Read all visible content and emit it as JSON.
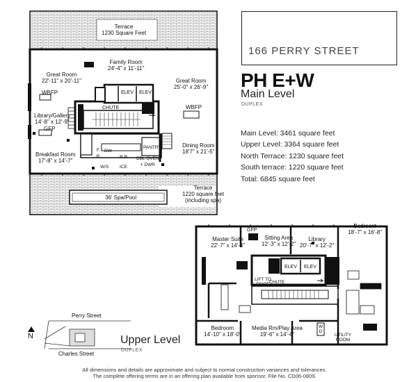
{
  "brand": {
    "logo_text": "166 PERRY STREET"
  },
  "unit": {
    "name": "PH E+W",
    "level": "Main Level",
    "type": "DUPLEX"
  },
  "stats": [
    "Main Level: 3461 square feet",
    "Upper Level: 3364 square feet",
    "North Terrace: 1230 square feet",
    "South terrace: 1220 square feet",
    "Total: 6845 square feet"
  ],
  "main_level": {
    "terrace_north": {
      "name": "Terrace",
      "size": "1230 Square Feet"
    },
    "family_room": {
      "name": "Family Room",
      "size": "24'-4\" x 11'-11\""
    },
    "great_room_west": {
      "name": "Great Room",
      "size": "22'-11\" x 20'-11\""
    },
    "great_room_east": {
      "name": "Great Room",
      "size": "25'-0\" x 26'-9\""
    },
    "wbfp_west": "WBFP",
    "wbfp_east": "WBFP",
    "library": {
      "name": "Library/Gallery",
      "size": "14'-8\" x 12'-9\""
    },
    "gfp": "GFP",
    "breakfast": {
      "name": "Breakfast Room",
      "size": "17'-8\" x 14'-7\""
    },
    "dining": {
      "name": "Dining Room",
      "size": "18'7\" x 21'-5\""
    },
    "elev": "ELEV",
    "chute": "CHUTE",
    "dw": "DW",
    "fr": "F R",
    "rr": "R R",
    "pantry": "PANTRY",
    "ws": "W/S",
    "ice": "ICE",
    "dbl_oven": "DBL OVEN",
    "dwr": "+ DWR",
    "terrace_south": {
      "name": "Terrace",
      "size": "1220 square feet",
      "note": "(including spa)"
    },
    "spa": "36' Spa/Pool"
  },
  "upper_level": {
    "title": "Upper Level",
    "type": "DUPLEX",
    "gfp": "GFP",
    "master_suite": {
      "name": "Master Suite",
      "size": "22'-7\" x 14'-4\""
    },
    "sitting_area": {
      "name": "Sitting Area",
      "size": "12'-3\" x 12'-2\""
    },
    "library": {
      "name": "Library",
      "size": "20'-7\" x 12'-2\""
    },
    "bedroom_east": {
      "name": "Bedroom",
      "size": "18'-7\" x 16'-8\""
    },
    "elev": "ELEV",
    "lift": "LIFT TO ROOF",
    "chute": "CHUTE",
    "bedroom_west": {
      "name": "Bedroom",
      "size": "14'-10\" x 18'-0\""
    },
    "media": {
      "name": "Media Rm/Play Area",
      "size": "19'-6\" x 14'-4\""
    },
    "wd": "W D",
    "utility": "UTILITY ROOM"
  },
  "keyplan": {
    "north": "N",
    "street_top": "Perry Street",
    "street_bottom": "Charles Street"
  },
  "footer": [
    "All dimensions and details are approximate and subject to normal construction variances and tolerances.",
    "The complete offering terms are in an offering plan available from sponsor. File No. CD06-0809."
  ]
}
